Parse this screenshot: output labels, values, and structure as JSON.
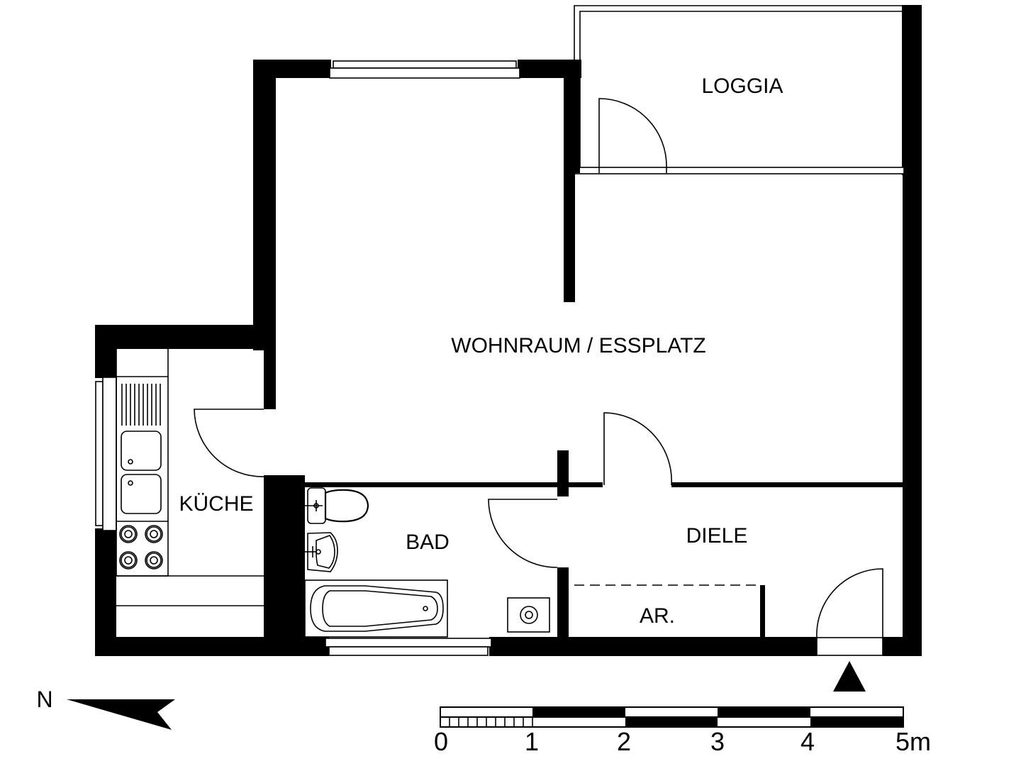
{
  "plan": {
    "rooms": [
      {
        "id": "loggia",
        "label": "LOGGIA"
      },
      {
        "id": "wohnraum",
        "label": "WOHNRAUM / ESSPLATZ"
      },
      {
        "id": "kueche",
        "label": "KÜCHE"
      },
      {
        "id": "bad",
        "label": "BAD"
      },
      {
        "id": "diele",
        "label": "DIELE"
      },
      {
        "id": "abstellraum",
        "label": "AR."
      }
    ],
    "fixtures": {
      "kitchen": [
        "drainboard",
        "double-sink",
        "stove-4-burner"
      ],
      "bathroom": [
        "toilet",
        "washbasin",
        "bathtub",
        "shower-drain"
      ]
    },
    "entrance_marker": "triangle-up"
  },
  "north_arrow": {
    "label": "N",
    "direction": "left"
  },
  "scale_bar": {
    "ticks": [
      "0",
      "1",
      "2",
      "3",
      "4",
      "5m"
    ],
    "unit": "m",
    "length_m": 5
  },
  "colors": {
    "wall": "#000000",
    "background": "#ffffff"
  }
}
